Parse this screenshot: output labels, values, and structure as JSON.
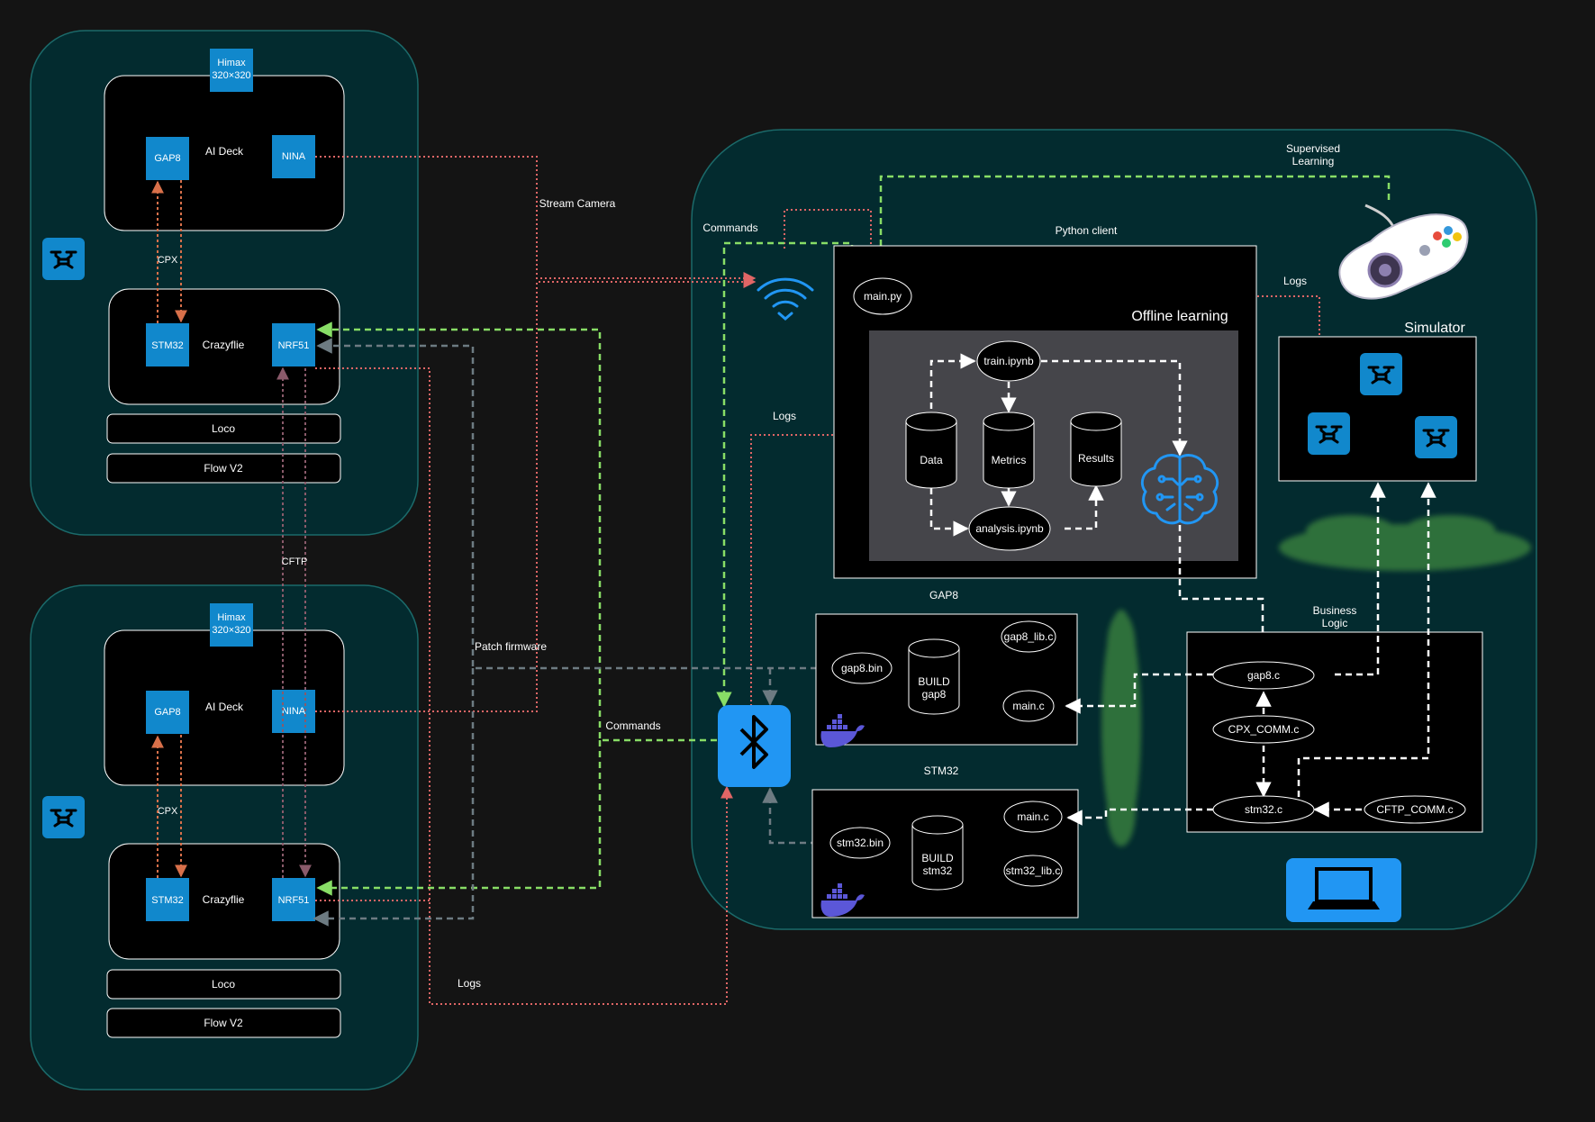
{
  "drone_units": [
    {
      "camera": {
        "line1": "Himax",
        "line2": "320×320"
      },
      "ai_deck": {
        "label": "AI Deck",
        "gap8": "GAP8",
        "nina": "NINA"
      },
      "cpx_label": "CPX",
      "crazyflie": {
        "label": "Crazyflie",
        "stm32": "STM32",
        "nrf51": "NRF51"
      },
      "decks": [
        "Loco",
        "Flow V2"
      ]
    },
    {
      "camera": {
        "line1": "Himax",
        "line2": "320×320"
      },
      "ai_deck": {
        "label": "AI Deck",
        "gap8": "GAP8",
        "nina": "NINA"
      },
      "cpx_label": "CPX",
      "crazyflie": {
        "label": "Crazyflie",
        "stm32": "STM32",
        "nrf51": "NRF51"
      },
      "decks": [
        "Loco",
        "Flow V2"
      ]
    }
  ],
  "link_labels": {
    "stream_camera": "Stream Camera",
    "cftp": "CFTP",
    "patch_firmware": "Patch firmware",
    "commands_lower": "Commands",
    "logs_lower": "Logs",
    "commands_upper": "Commands",
    "logs_mid": "Logs",
    "supervised_learning": [
      "Supervised",
      "Learning"
    ],
    "logs_simulator": "Logs"
  },
  "python_client": {
    "title": "Python client",
    "main": "main.py",
    "offline": {
      "title": "Offline learning",
      "train": "train.ipynb",
      "data": "Data",
      "metrics": "Metrics",
      "results": "Results",
      "analysis": "analysis.ipynb"
    }
  },
  "simulator": {
    "title": "Simulator"
  },
  "gap8_build": {
    "title": "GAP8",
    "bin": "gap8.bin",
    "build": [
      "BUILD",
      "gap8"
    ],
    "lib": "gap8_lib.c",
    "main": "main.c"
  },
  "stm32_build": {
    "title": "STM32",
    "bin": "stm32.bin",
    "build": [
      "BUILD",
      "stm32"
    ],
    "lib": "stm32_lib.c",
    "main": "main.c"
  },
  "business_logic": {
    "title": [
      "Business",
      "Logic"
    ],
    "gap8": "gap8.c",
    "cpx_comm": "CPX_COMM.c",
    "stm32": "stm32.c",
    "cftp_comm": "CFTP_COMM.c"
  },
  "colors": {
    "background": "#141414",
    "container": "#032b2f",
    "chip": "#1188cc",
    "red_link": "#e06666",
    "green_link": "#88dd66",
    "gray_link": "#6d7b82",
    "white_link": "#ffffff",
    "bluetooth": "#2196f3"
  }
}
